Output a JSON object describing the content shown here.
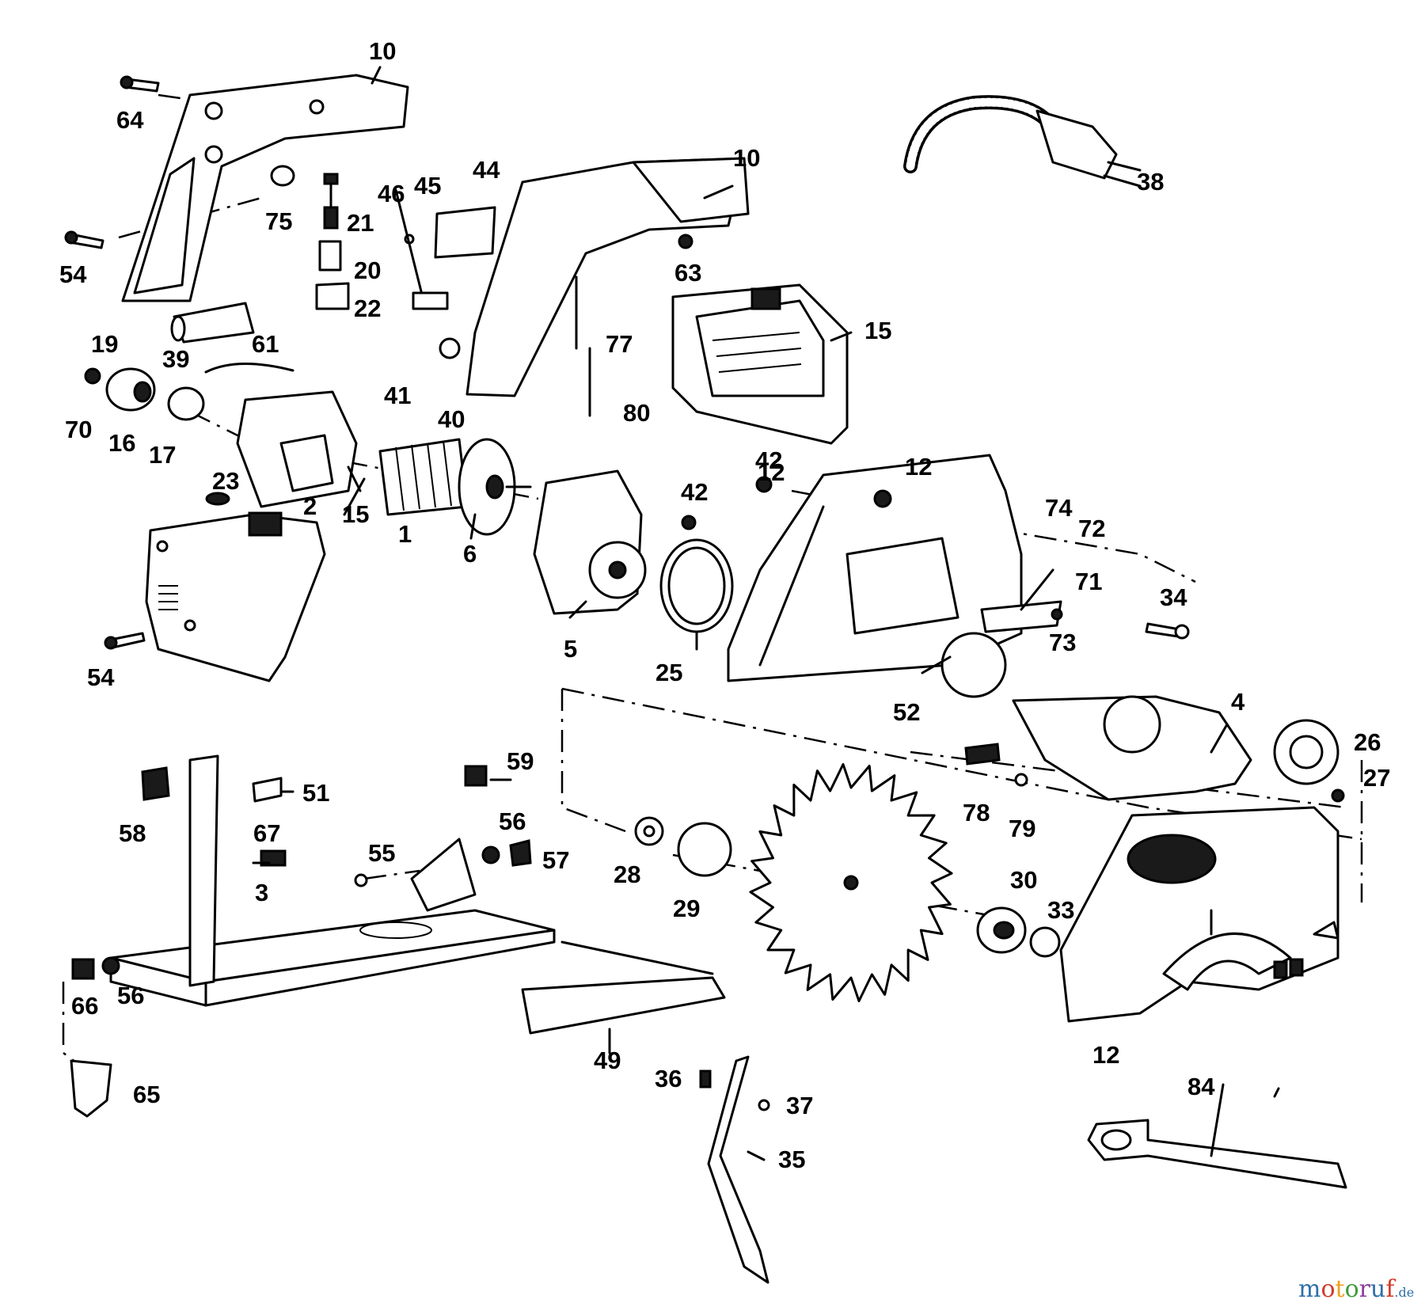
{
  "labels": {
    "l1": "1",
    "l2": "2",
    "l3": "3",
    "l4": "4",
    "l5": "5",
    "l6": "6",
    "l10a": "10",
    "l10b": "10",
    "l12a": "12",
    "l12b": "12",
    "l15a": "15",
    "l15b": "15",
    "l16": "16",
    "l17": "17",
    "l19": "19",
    "l20": "20",
    "l21": "21",
    "l22": "22",
    "l23": "23",
    "l25": "25",
    "l26": "26",
    "l27": "27",
    "l28": "28",
    "l29": "29",
    "l30": "30",
    "l33": "33",
    "l34": "34",
    "l35": "35",
    "l36": "36",
    "l37": "37",
    "l38": "38",
    "l39": "39",
    "l40": "40",
    "l41": "41",
    "l42a": "42",
    "l42b": "42",
    "l44": "44",
    "l45": "45",
    "l46": "46",
    "l49": "49",
    "l51": "51",
    "l52": "52",
    "l54a": "54",
    "l54b": "54",
    "l55": "55",
    "l56a": "56",
    "l56b": "56",
    "l57": "57",
    "l58": "58",
    "l59": "59",
    "l61": "61",
    "l63": "63",
    "l64": "64",
    "l65": "65",
    "l66": "66",
    "l67": "67",
    "l70": "70",
    "l71": "71",
    "l72": "72",
    "l73": "73",
    "l74": "74",
    "l75": "75",
    "l77": "77",
    "l78": "78",
    "l79": "79",
    "l80": "80",
    "l84": "84"
  },
  "watermark": {
    "name": "motoruf",
    "tld": ".de",
    "colors": [
      "#2e6fa7",
      "#d23c2a",
      "#f0a01e",
      "#3e9c3b",
      "#8a3fa0",
      "#2e6fa7",
      "#d23c2a"
    ]
  }
}
